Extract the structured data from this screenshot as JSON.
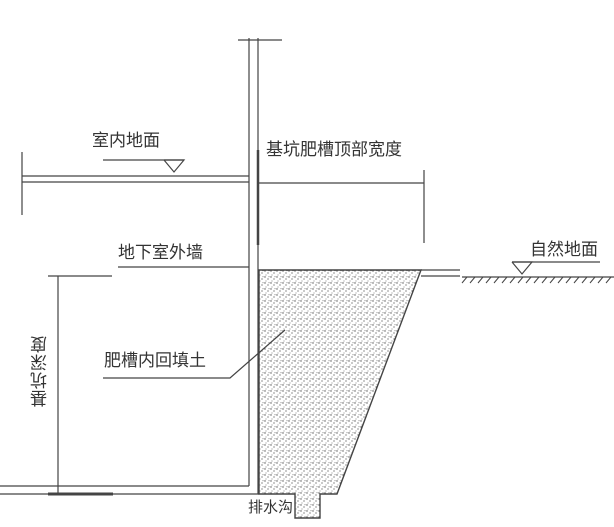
{
  "labels": {
    "indoor_floor": "室内地面",
    "pit_top_width": "基坑肥槽顶部宽度",
    "natural_ground": "自然地面",
    "basement_wall": "地下室外墙",
    "backfill": "肥槽内回填土",
    "pit_depth": "基坑深度",
    "drain_ditch": "排水沟"
  },
  "colors": {
    "line": "#444444",
    "text": "#333333",
    "fill_dots": "#555555"
  }
}
